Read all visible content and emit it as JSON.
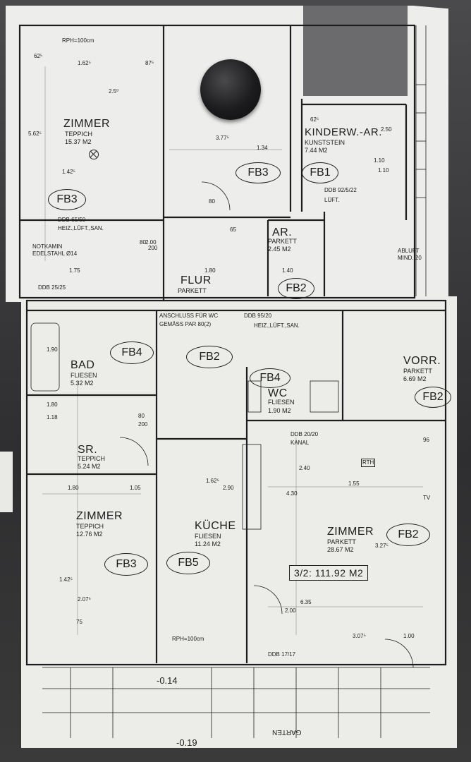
{
  "rooms": {
    "zimmer_top": {
      "name": "ZIMMER",
      "floor": "TEPPICH",
      "area": "15.37 M2",
      "fb": "FB3"
    },
    "bath_top_fb": "FB3",
    "kinder": {
      "name": "KINDERW.-AR.",
      "floor": "KUNSTSTEIN",
      "area": "7.44 M2",
      "fb": "FB1"
    },
    "ar": {
      "name": "AR.",
      "floor": "PARKETT",
      "area": "2.45 M2",
      "fb": "FB2"
    },
    "flur": {
      "name": "FLUR",
      "floor": "PARKETT"
    },
    "bad": {
      "name": "BAD",
      "floor": "FLIESEN",
      "area": "5.32 M2",
      "fb": "FB4"
    },
    "flur_fb": "FB2",
    "wc": {
      "name": "WC",
      "floor": "FLIESEN",
      "area": "1.90 M2",
      "fb": "FB4"
    },
    "vorr": {
      "name": "VORR.",
      "floor": "PARKETT",
      "area": "6.69 M2",
      "fb": "FB2"
    },
    "sr": {
      "name": "SR.",
      "floor": "TEPPICH",
      "area": "5.24 M2"
    },
    "zimmer_left": {
      "name": "ZIMMER",
      "floor": "TEPPICH",
      "area": "12.76 M2",
      "fb": "FB3"
    },
    "kueche": {
      "name": "KÜCHE",
      "floor": "FLIESEN",
      "area": "11.24 M2",
      "fb": "FB5"
    },
    "zimmer_main": {
      "name": "ZIMMER",
      "floor": "PARKETT",
      "area": "28.67 M2",
      "fb": "FB2"
    }
  },
  "labels": {
    "rph_top": "RPH=100cm",
    "rph_bottom": "RPH=100cm",
    "notkamin": "NOTKAMIN",
    "edelstahl": "EDELSTAHL Ø14",
    "ddb_6550": "DDB 65/50",
    "heiz_luft_san": "HEIZ.,LÜFT.,SAN.",
    "ddb_2525": "DDB 25/25",
    "ddb_9522": "DDB 92/5/22",
    "lueft": "LÜFT.",
    "abluft": "ABLUFT",
    "abluft_sub": "MIND. 20",
    "anschluss": "ANSCHLUSS FÜR WC",
    "anschluss_sub": "GEMÄSS PAR 80(2)",
    "ddb_9520": "DDB 95/20",
    "heiz_luft_san2": "HEIZ.,LÜFT.,SAN.",
    "ddb_2020": "DDB 20/20",
    "kanal": "KANAL",
    "rth": "RTH",
    "total_area": "3/2: 111.92 M2",
    "level_1": "-0.14",
    "level_2": "-0.19",
    "garten": "GARTEN",
    "ddb_1717": "DDB 17/17",
    "tv": "TV"
  },
  "dims": [
    "62⁵",
    "1.62⁵",
    "87⁵",
    "2.5⁰",
    "5.62⁵",
    "1.42⁵",
    "3.77⁵",
    "1.34",
    "62⁵",
    "1.10",
    "2.50",
    "1.10",
    "80",
    "2.00",
    "65",
    "1.75",
    "1.40",
    "1.80",
    "80",
    "200",
    "1.90",
    "1.80",
    "1.18",
    "80",
    "200",
    "1.80",
    "1.05",
    "1.42⁵",
    "2.07⁵",
    "75",
    "1.62⁵",
    "2.90",
    "2.40",
    "1.55",
    "4.30",
    "3.27⁵",
    "6.35",
    "2.00",
    "3.07⁵",
    "1.00",
    "96"
  ],
  "colors": {
    "paper": "#ecece9",
    "ink": "#1d1d1d",
    "background": "#3a3a3c"
  }
}
